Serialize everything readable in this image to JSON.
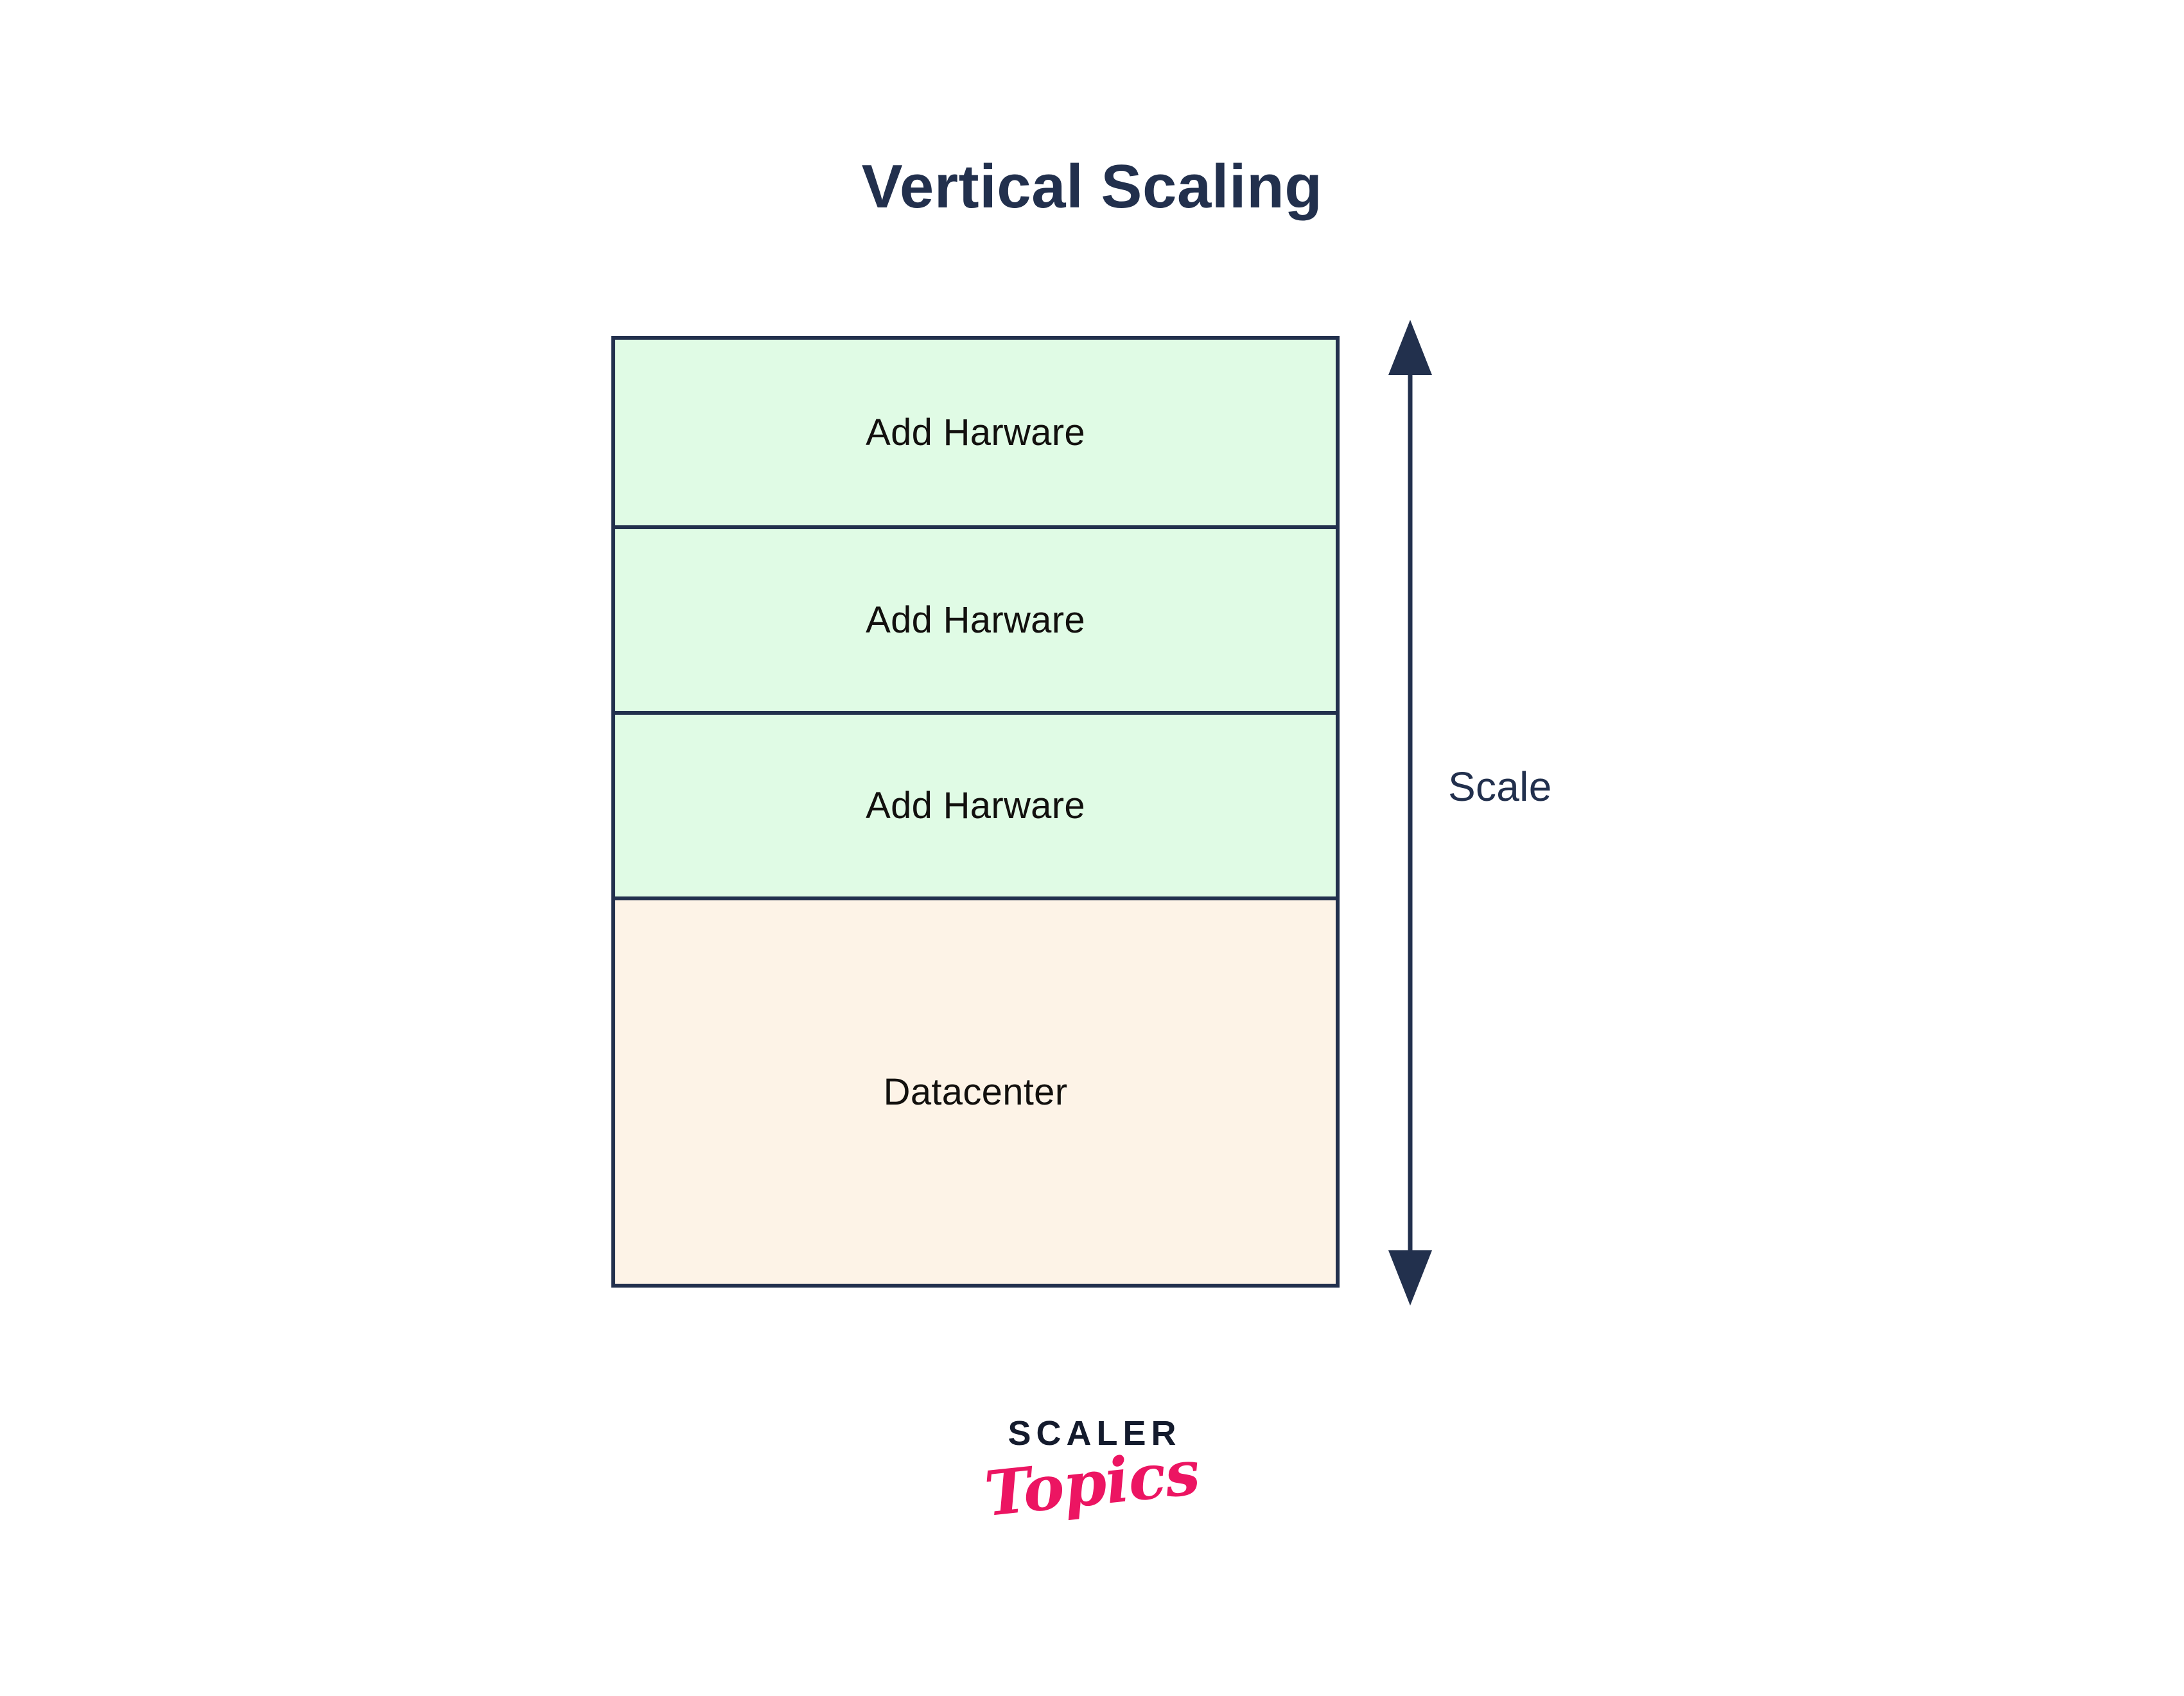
{
  "page": {
    "title": "Vertical Scaling",
    "background_color": "#ffffff"
  },
  "colors": {
    "navy": "#22304d",
    "green_fill": "#e0fbe5",
    "cream_fill": "#fdf3e7",
    "text_black": "#12100e",
    "logo_navy": "#141b2d",
    "logo_pink": "#ec1562"
  },
  "diagram": {
    "type": "stacked-layer-diagram",
    "layers": [
      {
        "label": "Add Harware",
        "fill": "green"
      },
      {
        "label": "Add Harware",
        "fill": "green"
      },
      {
        "label": "Add Harware",
        "fill": "green"
      },
      {
        "label": "Datacenter",
        "fill": "cream"
      }
    ],
    "annotation": {
      "label": "Scale",
      "arrow": "double-headed-vertical-arrow"
    }
  },
  "logo": {
    "wordmark": "SCALER",
    "script": "Topics"
  }
}
